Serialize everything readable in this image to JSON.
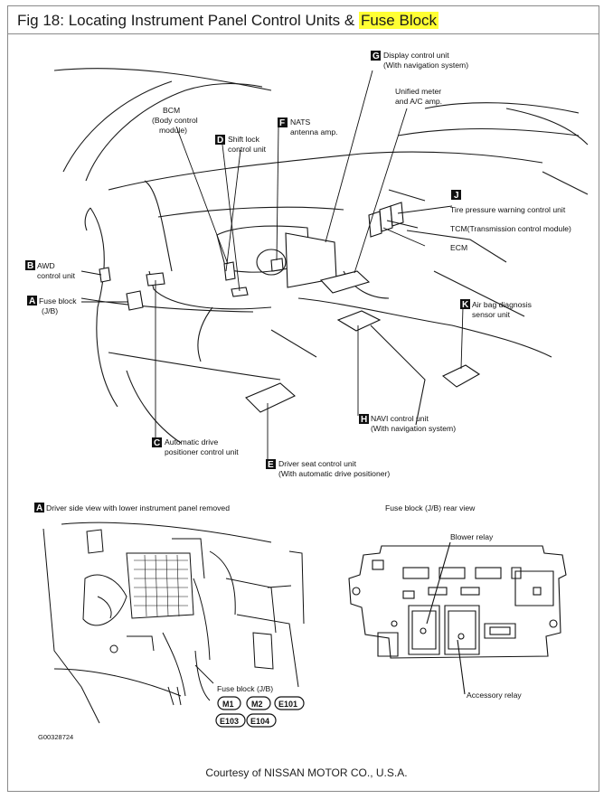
{
  "header": {
    "title_prefix": "Fig 18: Locating Instrument Panel Control Units & ",
    "title_highlight": "Fuse Block"
  },
  "top_labels": {
    "G": {
      "letter": "G",
      "line1": "Display control unit",
      "line2": "(With navigation system)"
    },
    "unified": {
      "line1": "Unified meter",
      "line2": "and A/C amp."
    },
    "bcm": {
      "line1": "BCM",
      "line2": "(Body control",
      "line3": "module)"
    },
    "F": {
      "letter": "F",
      "line1": "NATS",
      "line2": "antenna amp."
    },
    "D": {
      "letter": "D",
      "line1": "Shift lock",
      "line2": "control unit"
    },
    "J": {
      "letter": "J",
      "line1": "Tire pressure warning control unit"
    },
    "tcm": {
      "line1": "TCM(Transmission control module)"
    },
    "ecm": {
      "line1": "ECM"
    },
    "B": {
      "letter": "B",
      "line1": "AWD",
      "line2": "control unit"
    },
    "A": {
      "letter": "A",
      "line1": "Fuse block",
      "line2": "(J/B)"
    },
    "K": {
      "letter": "K",
      "line1": "Air bag diagnosis",
      "line2": "sensor unit"
    },
    "H": {
      "letter": "H",
      "line1": "NAVI control unit",
      "line2": "(With navigation system)"
    },
    "C": {
      "letter": "C",
      "line1": "Automatic drive",
      "line2": "positioner control unit"
    },
    "E": {
      "letter": "E",
      "line1": "Driver seat control unit",
      "line2": "(With automatic drive positioner)"
    }
  },
  "bottom_left": {
    "letter": "A",
    "caption": "Driver side view with lower instrument panel removed",
    "fuse_label": "Fuse block (J/B)",
    "connectors": [
      "M1",
      "M2",
      "E101",
      "E103",
      "E104"
    ]
  },
  "bottom_right": {
    "caption": "Fuse block (J/B) rear view",
    "blower": "Blower relay",
    "accessory": "Accessory relay"
  },
  "code": "G00328724",
  "courtesy": "Courtesy of NISSAN MOTOR CO., U.S.A."
}
